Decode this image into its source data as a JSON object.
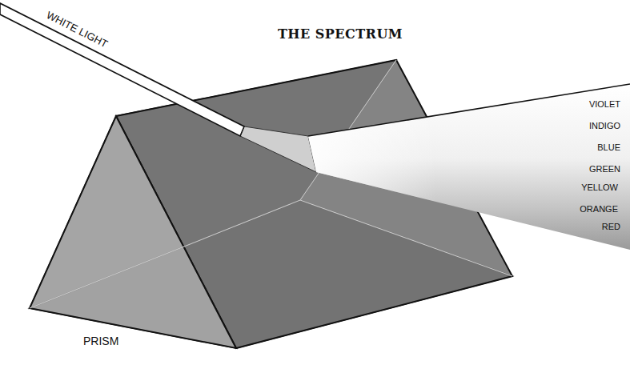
{
  "diagram": {
    "title": "THE SPECTRUM",
    "labels": [
      "WHITE LIGHT",
      "VIOLET",
      "INDIGO",
      "BLUE",
      "GREEN",
      "YELLOW",
      "ORANGE",
      "RED",
      "PRISM"
    ]
  }
}
